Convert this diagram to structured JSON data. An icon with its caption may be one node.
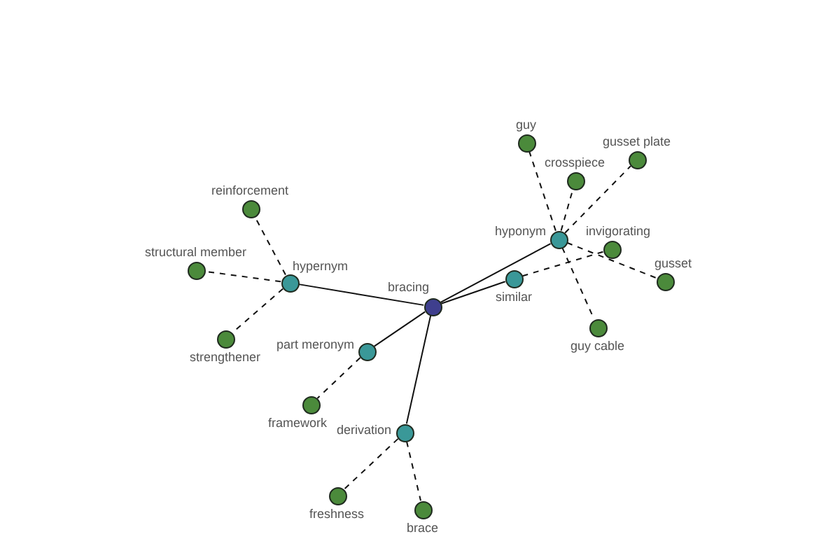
{
  "diagram": {
    "nodes": [
      {
        "text": [
          "guy"
        ]
      },
      {
        "text": [
          "gusset plate"
        ]
      },
      {
        "text": [
          "crosspiece"
        ]
      },
      {
        "text": [
          "reinforcement"
        ]
      },
      {
        "text": [
          "hyponym"
        ]
      },
      {
        "text": [
          "invigorating"
        ]
      },
      {
        "text": [
          "structural member"
        ]
      },
      {
        "text": [
          "similar"
        ]
      },
      {
        "text": [
          "gusset"
        ]
      },
      {
        "text": [
          "hypernym"
        ]
      },
      {
        "text": [
          "bracing"
        ]
      },
      {
        "text": [
          "guy cable"
        ]
      },
      {
        "text": [
          "strengthener"
        ]
      },
      {
        "text": [
          "part meronym"
        ]
      },
      {
        "text": [
          "framework"
        ]
      },
      {
        "text": [
          "derivation"
        ]
      },
      {
        "text": [
          "freshness"
        ]
      },
      {
        "text": [
          "brace"
        ]
      }
    ],
    "edges": [
      {
        "from": 10,
        "to": 9,
        "arrow": "none"
      },
      {
        "from": 10,
        "to": 4,
        "arrow": "none"
      },
      {
        "from": 10,
        "to": 7,
        "arrow": "none"
      },
      {
        "from": 10,
        "to": 13,
        "arrow": "none"
      },
      {
        "from": 10,
        "to": 15,
        "arrow": "none"
      },
      {
        "from": 9,
        "to": 3,
        "arrow": "none",
        "style": "dashed"
      },
      {
        "from": 9,
        "to": 6,
        "arrow": "none",
        "style": "dashed"
      },
      {
        "from": 9,
        "to": 12,
        "arrow": "none",
        "style": "dashed"
      },
      {
        "from": 4,
        "to": 0,
        "arrow": "none",
        "style": "dashed"
      },
      {
        "from": 4,
        "to": 2,
        "arrow": "none",
        "style": "dashed"
      },
      {
        "from": 4,
        "to": 1,
        "arrow": "none",
        "style": "dashed"
      },
      {
        "from": 4,
        "to": 8,
        "arrow": "none",
        "style": "dashed"
      },
      {
        "from": 4,
        "to": 11,
        "arrow": "none",
        "style": "dashed"
      },
      {
        "from": 7,
        "to": 5,
        "arrow": "none",
        "style": "dashed"
      },
      {
        "from": 13,
        "to": 14,
        "arrow": "none",
        "style": "dashed"
      },
      {
        "from": 15,
        "to": 16,
        "arrow": "none",
        "style": "dashed"
      },
      {
        "from": 15,
        "to": 17,
        "arrow": "none",
        "style": "dashed"
      }
    ]
  }
}
